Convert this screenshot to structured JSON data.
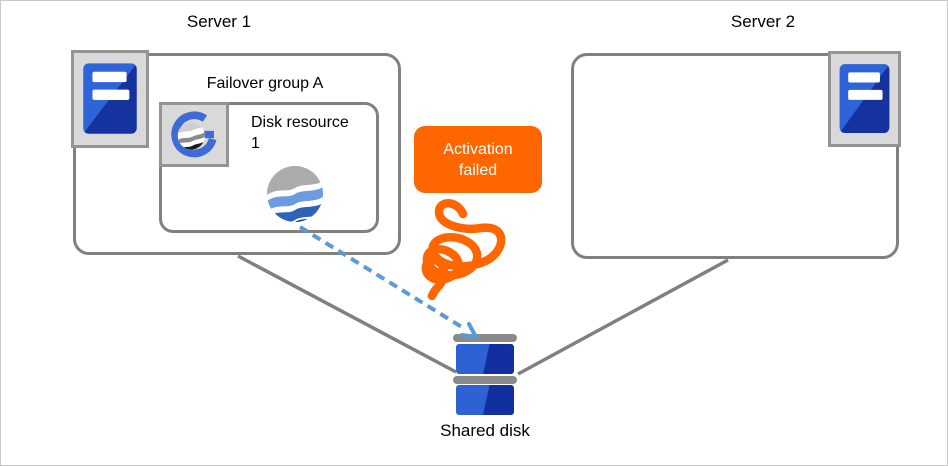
{
  "diagram": {
    "server1": {
      "title": "Server 1"
    },
    "server2": {
      "title": "Server 2"
    },
    "failover_group": {
      "label": "Failover group A"
    },
    "disk_resource": {
      "label": "Disk resource 1"
    },
    "badge": {
      "label": "Activation failed"
    },
    "shared_disk": {
      "label": "Shared disk"
    }
  },
  "icons": {
    "server1": "server-icon",
    "server2": "server-icon",
    "failover_group": "failover-group-g-icon",
    "disk_resource": "disk-resource-sphere-icon",
    "shared_disk": "shared-disk-icon",
    "failure_spring": "failure-spring-icon",
    "dashed_arrow": "dashed-arrow-icon"
  },
  "colors": {
    "box_border": "#808080",
    "icon_frame_bg": "#d9d9d9",
    "icon_frame_border": "#949494",
    "server_blue_light": "#2E63D9",
    "server_blue_dark": "#14339E",
    "badge_orange": "#FF6600",
    "spring_orange": "#FF6600",
    "arrow_blue": "#5B9BD5",
    "connector_gray": "#808080",
    "disk_blue_light": "#2E62D4",
    "disk_blue_dark": "#112F9E",
    "disk_bar_gray": "#8A8A8A",
    "g_logo_blue": "#3E6BD5",
    "sphere_gray": "#ABABAB",
    "sphere_light_blue": "#6B9BE0",
    "sphere_mid_blue": "#2E64B8",
    "sphere_navy": "#1F3864",
    "canvas_border": "#c9c9c9"
  }
}
